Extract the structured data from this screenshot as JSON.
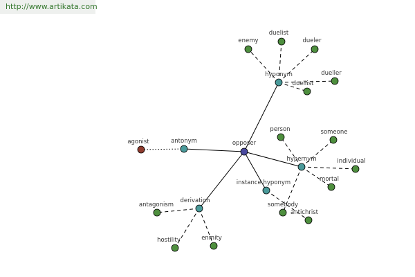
{
  "header": {
    "url_text": "http://www.artikata.com"
  },
  "colors": {
    "center": "#4a4aa0",
    "relation": "#4a9a9a",
    "word": "#4e8f3e",
    "opposite": "#8f3b2e",
    "url_bg": "#eef0ee",
    "url_text": "#35782e"
  },
  "diagram": {
    "nodes": [
      {
        "id": "opposer",
        "label": "opposer",
        "kind": "center"
      },
      {
        "id": "antonym",
        "label": "antonym",
        "kind": "relation"
      },
      {
        "id": "agonist",
        "label": "agonist",
        "kind": "opposite"
      },
      {
        "id": "hyponym",
        "label": "hyponym",
        "kind": "relation"
      },
      {
        "id": "enemy",
        "label": "enemy",
        "kind": "word"
      },
      {
        "id": "duelist_top",
        "label": "duelist",
        "kind": "word"
      },
      {
        "id": "dueler",
        "label": "dueler",
        "kind": "word"
      },
      {
        "id": "dueller",
        "label": "dueller",
        "kind": "word"
      },
      {
        "id": "duellist",
        "label": "duellist",
        "kind": "word"
      },
      {
        "id": "hypernym",
        "label": "hypernym",
        "kind": "relation"
      },
      {
        "id": "person",
        "label": "person",
        "kind": "word"
      },
      {
        "id": "someone",
        "label": "someone",
        "kind": "word"
      },
      {
        "id": "individual",
        "label": "individual",
        "kind": "word"
      },
      {
        "id": "mortal",
        "label": "mortal",
        "kind": "word"
      },
      {
        "id": "somebody",
        "label": "somebody",
        "kind": "word"
      },
      {
        "id": "instance_hyponym",
        "label": "instance hyponym",
        "kind": "relation"
      },
      {
        "id": "antichrist",
        "label": "antichrist",
        "kind": "word"
      },
      {
        "id": "derivation",
        "label": "derivation",
        "kind": "relation"
      },
      {
        "id": "antagonism",
        "label": "antagonism",
        "kind": "word"
      },
      {
        "id": "hostility",
        "label": "hostility",
        "kind": "word"
      },
      {
        "id": "enmity",
        "label": "enmity",
        "kind": "word"
      }
    ],
    "edges": [
      {
        "from": "opposer",
        "to": "antonym",
        "style": "solid"
      },
      {
        "from": "antonym",
        "to": "agonist",
        "style": "dotted"
      },
      {
        "from": "opposer",
        "to": "hyponym",
        "style": "solid"
      },
      {
        "from": "hyponym",
        "to": "enemy",
        "style": "dashed"
      },
      {
        "from": "hyponym",
        "to": "duelist_top",
        "style": "dashed"
      },
      {
        "from": "hyponym",
        "to": "dueler",
        "style": "dashed"
      },
      {
        "from": "hyponym",
        "to": "dueller",
        "style": "dashed"
      },
      {
        "from": "hyponym",
        "to": "duellist",
        "style": "dashed"
      },
      {
        "from": "opposer",
        "to": "hypernym",
        "style": "solid"
      },
      {
        "from": "hypernym",
        "to": "person",
        "style": "dashed"
      },
      {
        "from": "hypernym",
        "to": "someone",
        "style": "dashed"
      },
      {
        "from": "hypernym",
        "to": "individual",
        "style": "dashed"
      },
      {
        "from": "hypernym",
        "to": "mortal",
        "style": "dashed"
      },
      {
        "from": "hypernym",
        "to": "somebody",
        "style": "dashed"
      },
      {
        "from": "opposer",
        "to": "instance_hyponym",
        "style": "solid"
      },
      {
        "from": "instance_hyponym",
        "to": "antichrist",
        "style": "dashed"
      },
      {
        "from": "opposer",
        "to": "derivation",
        "style": "solid"
      },
      {
        "from": "derivation",
        "to": "antagonism",
        "style": "dashed"
      },
      {
        "from": "derivation",
        "to": "hostility",
        "style": "dashed"
      },
      {
        "from": "derivation",
        "to": "enmity",
        "style": "dashed"
      }
    ]
  }
}
